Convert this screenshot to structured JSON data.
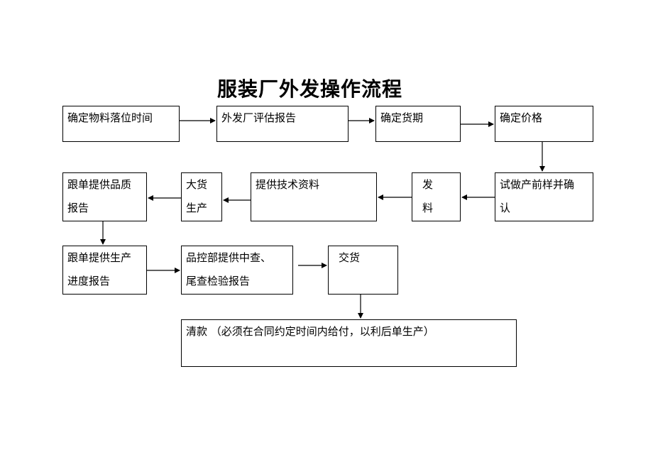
{
  "title": "服装厂外发操作流程",
  "steps": {
    "confirm_material_time": [
      "确定物料落位时间"
    ],
    "outsource_evaluation": [
      "外发厂评估报告"
    ],
    "confirm_delivery_date": [
      "确定货期"
    ],
    "confirm_price": [
      "确定价格"
    ],
    "trial_sample_confirm": [
      "试做产前样并确",
      "认"
    ],
    "issue_material": [
      "发",
      "料"
    ],
    "provide_tech_data": [
      "提供技术资料"
    ],
    "bulk_production": [
      "大货",
      "生产"
    ],
    "qc_report": [
      "跟单提供品质",
      "报告"
    ],
    "production_progress": [
      "跟单提供生产",
      "进度报告"
    ],
    "qc_inspection": [
      "品控部提供中查、",
      "尾查检验报告"
    ],
    "delivery": [
      "交货"
    ],
    "settlement": [
      "清款 （必须在合同约定时间内给付，以利后单生产）"
    ]
  },
  "colors": {
    "line": "#000000",
    "background": "#ffffff"
  }
}
